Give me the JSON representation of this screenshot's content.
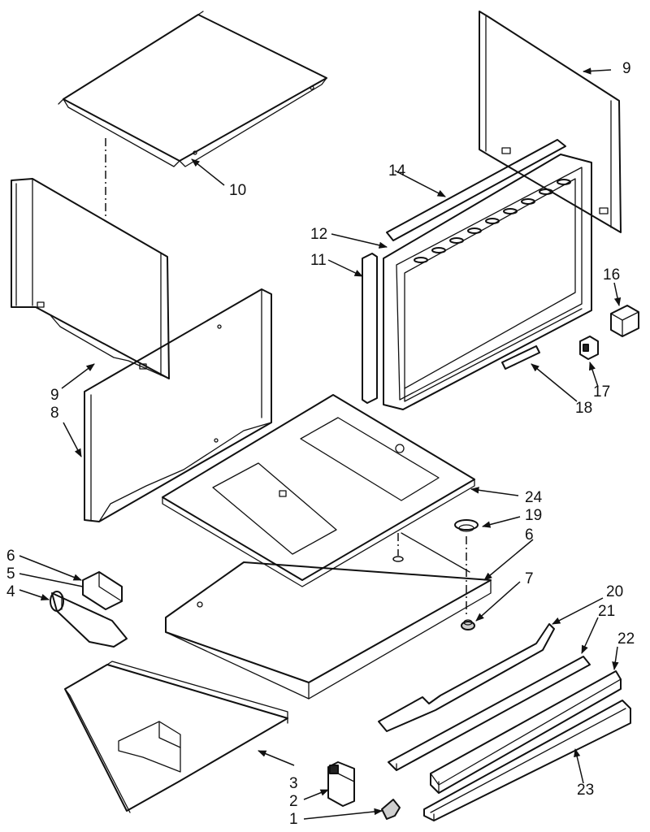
{
  "callouts": {
    "c1": "1",
    "c2": "2",
    "c3": "3",
    "c4": "4",
    "c5": "5",
    "c6a": "6",
    "c6b": "6",
    "c7": "7",
    "c8": "8",
    "c9a": "9",
    "c9b": "9",
    "c10": "10",
    "c11": "11",
    "c12": "12",
    "c14": "14",
    "c16": "16",
    "c17": "17",
    "c18": "18",
    "c19": "19",
    "c20": "20",
    "c21": "21",
    "c22": "22",
    "c23": "23",
    "c24": "24"
  }
}
